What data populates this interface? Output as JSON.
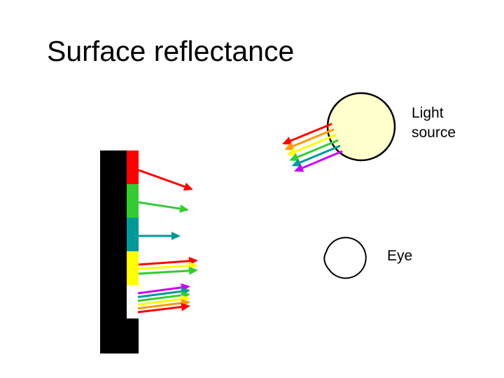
{
  "title": "Surface reflectance",
  "labels": {
    "light_line1": "Light",
    "light_line2": "source",
    "eye": "Eye"
  },
  "colors": {
    "red": "#ff0000",
    "orange": "#ff9900",
    "yellow": "#ffff00",
    "green": "#33cc33",
    "teal": "#009999",
    "purple": "#cc00ff",
    "light_fill": "#ffffcc"
  },
  "surface_bands": [
    "red",
    "green",
    "teal",
    "yellow",
    "white"
  ],
  "incident_light_colors": [
    "red",
    "orange",
    "yellow",
    "green",
    "teal",
    "purple"
  ]
}
